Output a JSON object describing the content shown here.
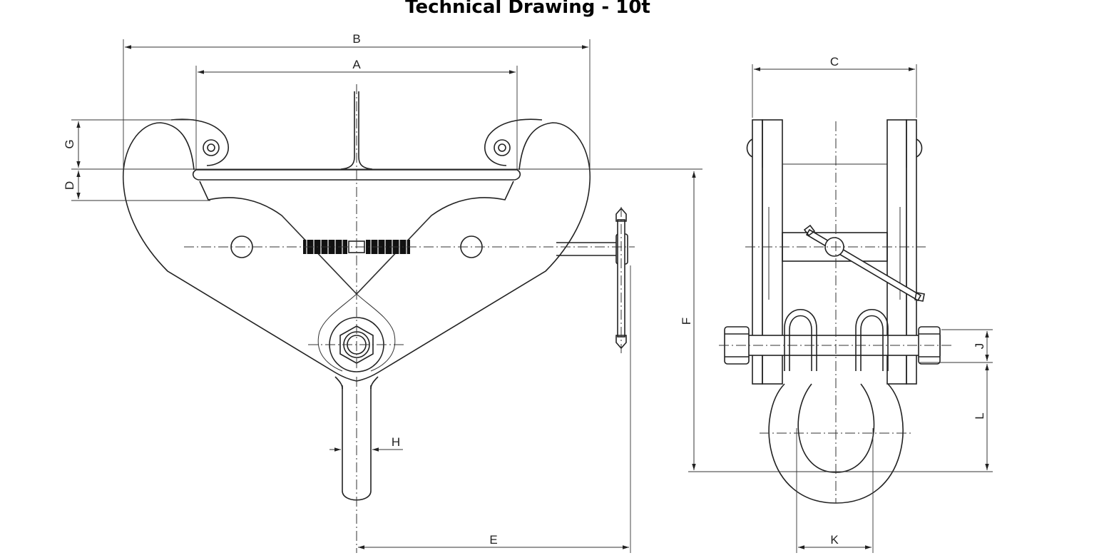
{
  "title": "Technical Drawing - 10t",
  "dimensions": {
    "a": "A",
    "b": "B",
    "c": "C",
    "d": "D",
    "e": "E",
    "f": "F",
    "g": "G",
    "h": "H",
    "j": "J",
    "k": "K",
    "l": "L"
  }
}
